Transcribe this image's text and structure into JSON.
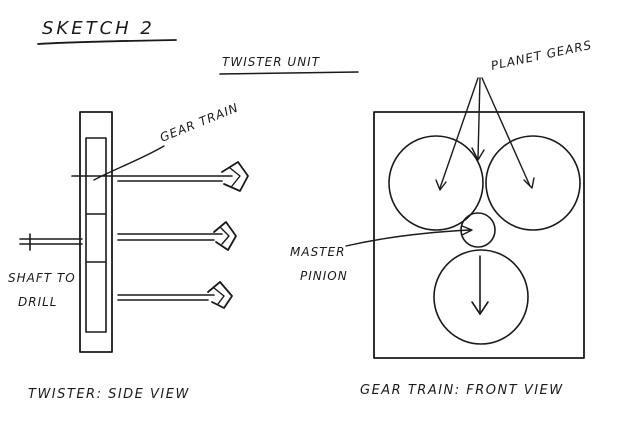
{
  "sketch": {
    "title": "SKETCH 2",
    "side_view": {
      "heading": "TWISTER UNIT",
      "gear_train_label": "GEAR TRAIN",
      "shaft_label_line1": "SHAFT TO",
      "shaft_label_line2": "DRILL",
      "caption": "TWISTER: SIDE VIEW"
    },
    "front_view": {
      "planet_gears_label": "PLANET GEARS",
      "master_pinion_line1": "MASTER",
      "master_pinion_line2": "PINION",
      "caption": "GEAR TRAIN: FRONT VIEW"
    }
  }
}
